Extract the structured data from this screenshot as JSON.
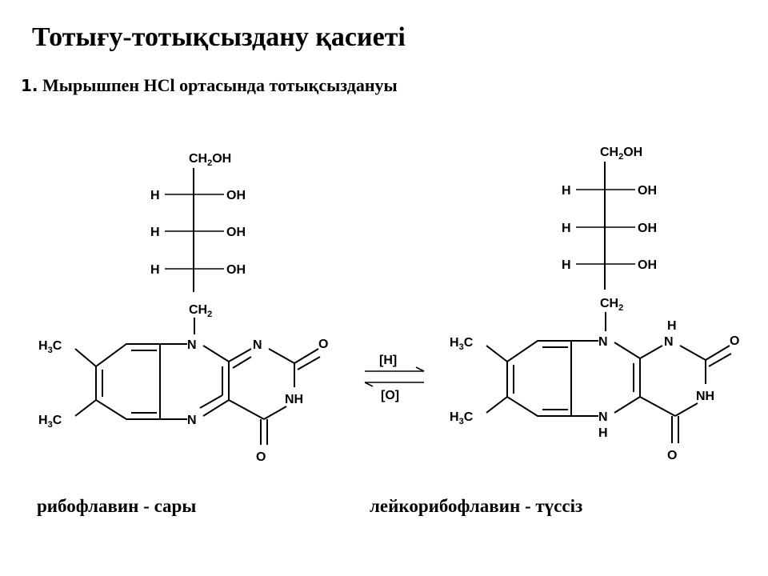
{
  "slide": {
    "title": "Тотығу-тотықсыздану қасиеті",
    "subtitle_number": "1.",
    "subtitle_text": "Мырышпен HCl ортасында тотықсыздануы"
  },
  "reaction": {
    "forward_label": "[H]",
    "reverse_label": "[O]"
  },
  "left_molecule": {
    "caption": "рибофлавин - сары",
    "labels": {
      "ch2oh": "CH2OH",
      "h": "H",
      "oh": "OH",
      "ch2": "CH2",
      "n": "N",
      "o": "O",
      "nh": "NH",
      "h3c": "H3C"
    }
  },
  "right_molecule": {
    "caption": "лейкорибофлавин - түссіз",
    "labels": {
      "ch2oh": "CH2OH",
      "h": "H",
      "oh": "OH",
      "ch2": "CH2",
      "n": "N",
      "o": "O",
      "nh": "NH",
      "h3c": "H3C"
    }
  }
}
